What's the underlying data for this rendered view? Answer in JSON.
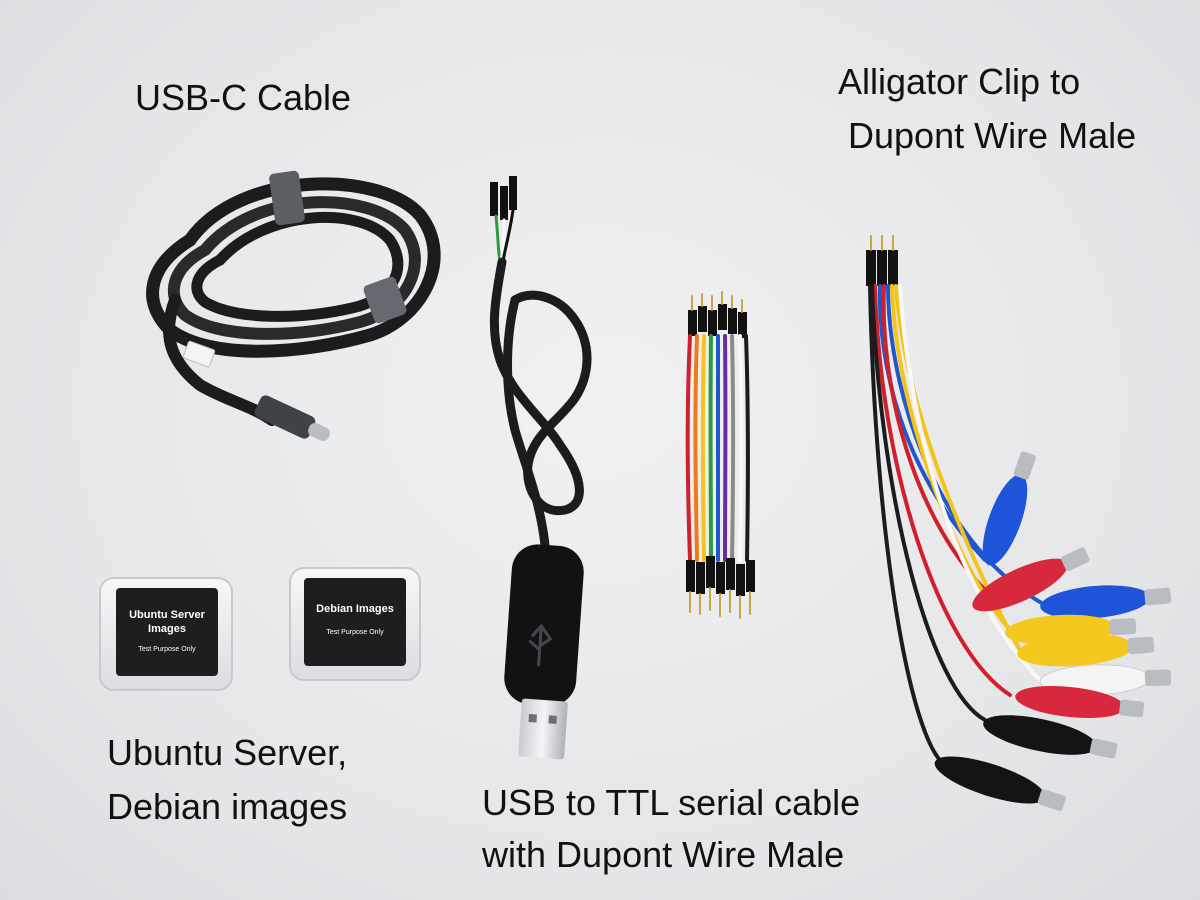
{
  "labels": {
    "usb_c": "USB-C Cable",
    "alligator_line1": "Alligator Clip to",
    "alligator_line2": "Dupont Wire Male",
    "images_line1": "Ubuntu Server,",
    "images_line2": "Debian images",
    "ttl_line1": "USB to TTL serial cable",
    "ttl_line2": "with Dupont Wire Male"
  },
  "sd_cards": [
    {
      "title_line1": "Ubuntu Server",
      "title_line2": "Images",
      "subtitle": "Test Purpose Only"
    },
    {
      "title_line1": "Debian Images",
      "title_line2": "",
      "subtitle": "Test Purpose Only"
    }
  ],
  "colors": {
    "background": "#e7e8ea",
    "cable_black": "#1c1c1e",
    "wire_red": "#d0202c",
    "wire_orange": "#f07a1a",
    "wire_yellow": "#f4c31c",
    "wire_green": "#2e9a3e",
    "wire_blue": "#2257c9",
    "wire_purple": "#6a2aa0",
    "wire_grey": "#8a8a8a",
    "wire_white": "#f8f8f8",
    "clip_blue": "#1e55d8",
    "clip_red": "#d8283e",
    "clip_yellow": "#f4c81e",
    "clip_white": "#f4f4f4",
    "clip_black": "#141414"
  }
}
